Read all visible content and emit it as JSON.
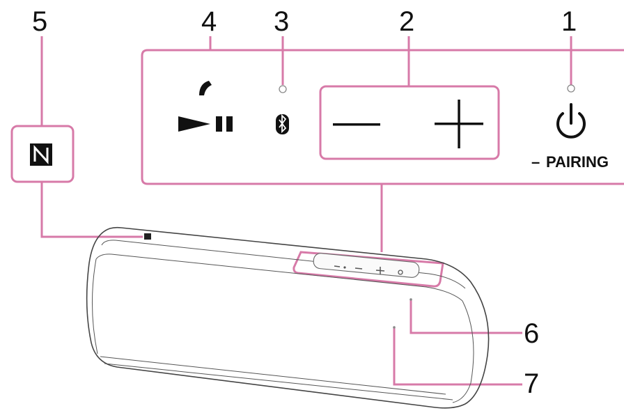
{
  "callouts": {
    "c1": "1",
    "c2": "2",
    "c3": "3",
    "c4": "4",
    "c5": "5",
    "c6": "6",
    "c7": "7"
  },
  "buttons": {
    "pairing_label": "PAIRING",
    "pairing_dash": "–"
  },
  "icons": {
    "power": "power-icon",
    "volume_minus": "minus-icon",
    "volume_plus": "plus-icon",
    "bluetooth": "bluetooth-icon",
    "play_pause": "play-pause-icon",
    "call": "call-icon",
    "nfc": "nfc-icon"
  },
  "colors": {
    "callout_line": "#d77aa8",
    "outline": "#444444"
  }
}
